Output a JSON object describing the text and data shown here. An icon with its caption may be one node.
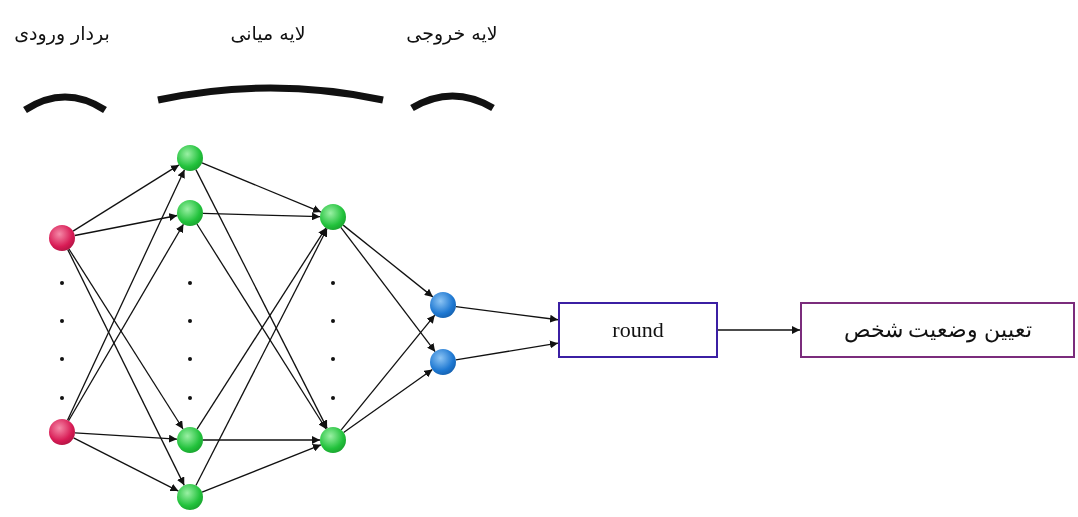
{
  "diagram": {
    "nodes": [
      {
        "text": [],
        "shape": "circle"
      },
      {
        "text": [],
        "shape": "circle"
      },
      {
        "text": [],
        "shape": "circle"
      },
      {
        "text": [],
        "shape": "circle"
      },
      {
        "text": [],
        "shape": "circle"
      },
      {
        "text": [],
        "shape": "circle"
      },
      {
        "text": [],
        "shape": "circle"
      },
      {
        "text": [],
        "shape": "circle"
      },
      {
        "text": [],
        "shape": "circle"
      },
      {
        "text": [],
        "shape": "circle"
      },
      {
        "text": [
          "round"
        ]
      },
      {
        "text": [
          "تعیین وضعیت شخص"
        ]
      }
    ],
    "edges": [
      {
        "from": 0,
        "to": 2,
        "arrow": "to"
      },
      {
        "from": 0,
        "to": 3,
        "arrow": "to"
      },
      {
        "from": 0,
        "to": 4,
        "arrow": "to"
      },
      {
        "from": 0,
        "to": 5,
        "arrow": "to"
      },
      {
        "from": 1,
        "to": 2,
        "arrow": "to"
      },
      {
        "from": 1,
        "to": 3,
        "arrow": "to"
      },
      {
        "from": 1,
        "to": 4,
        "arrow": "to"
      },
      {
        "from": 1,
        "to": 5,
        "arrow": "to"
      },
      {
        "from": 2,
        "to": 6,
        "arrow": "to"
      },
      {
        "from": 2,
        "to": 7,
        "arrow": "to"
      },
      {
        "from": 3,
        "to": 6,
        "arrow": "to"
      },
      {
        "from": 3,
        "to": 7,
        "arrow": "to"
      },
      {
        "from": 4,
        "to": 6,
        "arrow": "to"
      },
      {
        "from": 4,
        "to": 7,
        "arrow": "to"
      },
      {
        "from": 5,
        "to": 6,
        "arrow": "to"
      },
      {
        "from": 5,
        "to": 7,
        "arrow": "to"
      },
      {
        "from": 6,
        "to": 8,
        "arrow": "to"
      },
      {
        "from": 6,
        "to": 9,
        "arrow": "to"
      },
      {
        "from": 7,
        "to": 8,
        "arrow": "to"
      },
      {
        "from": 7,
        "to": 9,
        "arrow": "to"
      },
      {
        "from": 8,
        "to": 10,
        "arrow": "to"
      },
      {
        "from": 9,
        "to": 10,
        "arrow": "to"
      },
      {
        "from": 10,
        "to": 11,
        "arrow": "to"
      }
    ],
    "labels": [
      "بردار ورودی",
      "لایه میانی",
      "لایه خروجی"
    ]
  }
}
